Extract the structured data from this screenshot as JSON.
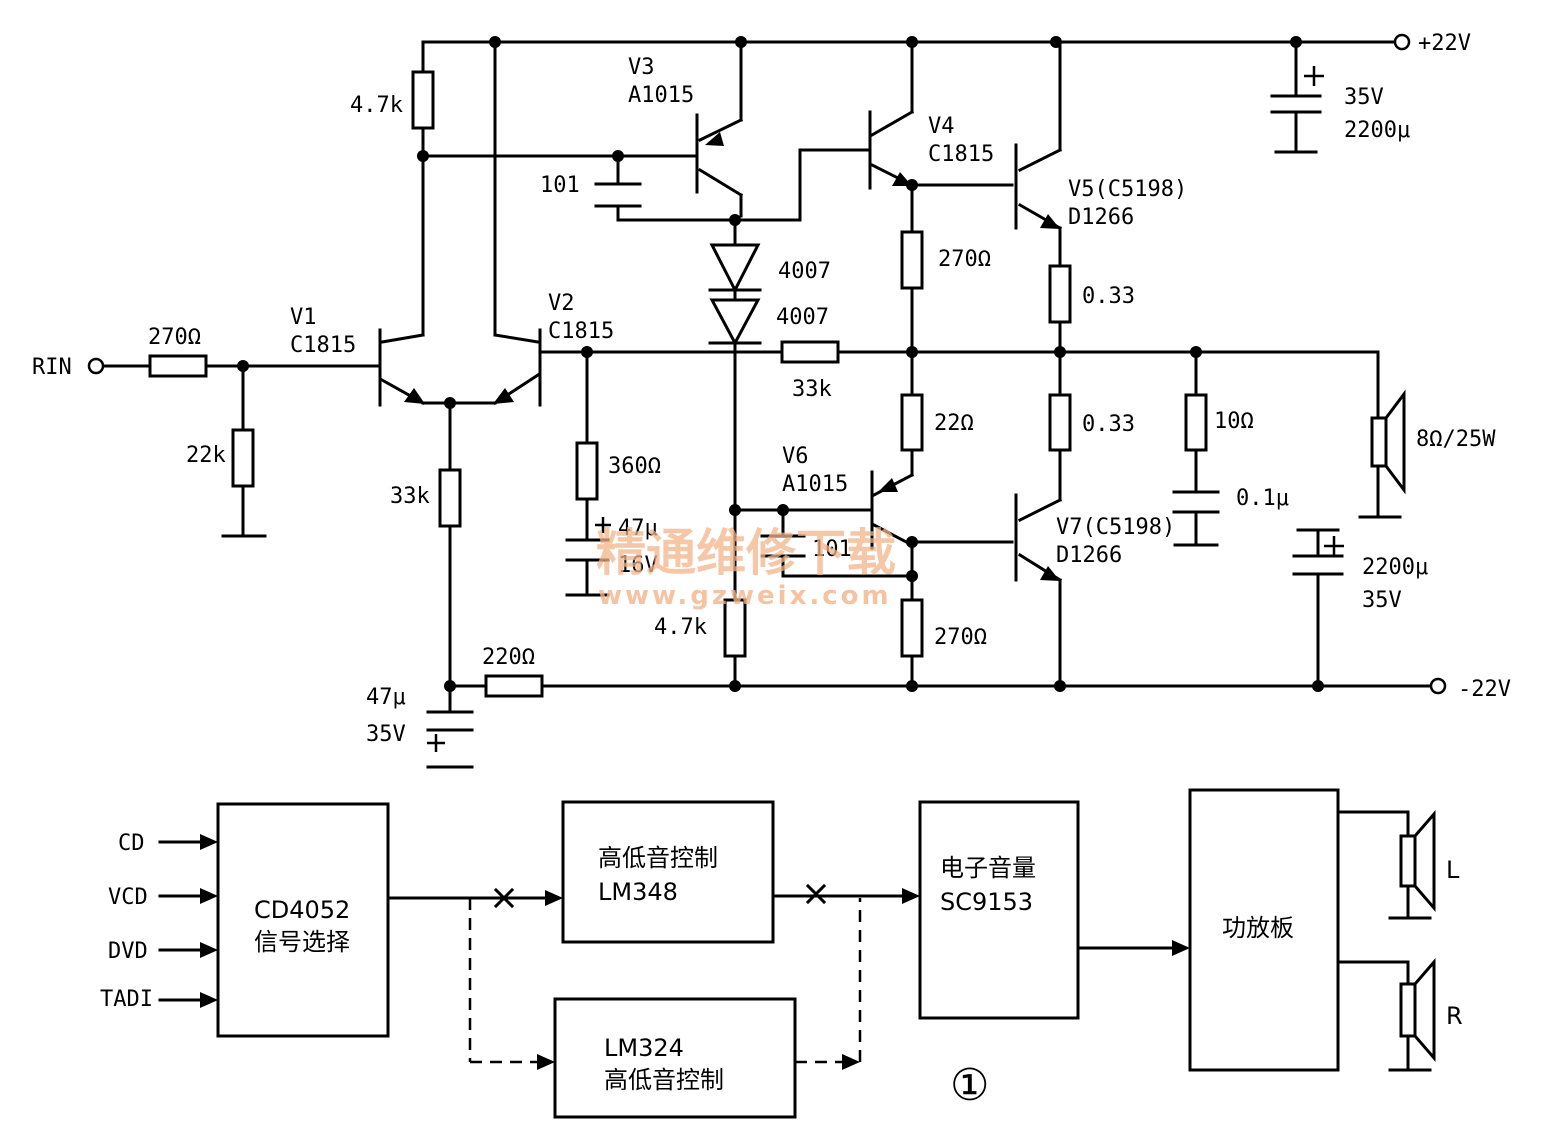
{
  "supply": {
    "pos": "+22V",
    "neg": "-22V"
  },
  "input": {
    "label": "RIN"
  },
  "transistors": {
    "v1": {
      "name": "V1",
      "part": "C1815"
    },
    "v2": {
      "name": "V2",
      "part": "C1815"
    },
    "v3": {
      "name": "V3",
      "part": "A1015"
    },
    "v4": {
      "name": "V4",
      "part": "C1815"
    },
    "v5": {
      "name": "V5(C5198)",
      "part": "D1266"
    },
    "v6": {
      "name": "V6",
      "part": "A1015"
    },
    "v7": {
      "name": "V7(C5198)",
      "part": "D1266"
    }
  },
  "resistors": {
    "r_in": "270Ω",
    "r_22k": "22k",
    "r_4k7_top": "4.7k",
    "r_33k_tail": "33k",
    "r_220": "220Ω",
    "r_fb": "33k",
    "r_360": "360Ω",
    "r_4k7_bot": "4.7k",
    "r_270_top": "270Ω",
    "r_22": "22Ω",
    "r_270_bot": "270Ω",
    "r_033_top": "0.33",
    "r_033_bot": "0.33",
    "r_10": "10Ω"
  },
  "capacitors": {
    "c_101_top": "101",
    "c_101_bot": "101",
    "c_47_fb": {
      "value": "47μ",
      "voltage": "16V"
    },
    "c_47_tail": {
      "value": "47μ",
      "voltage": "35V"
    },
    "c_pos": {
      "voltage": "35V",
      "value": "2200μ"
    },
    "c_neg": {
      "value": "2200μ",
      "voltage": "35V"
    },
    "c_zobel": "0.1μ"
  },
  "diodes": {
    "d1": "4007",
    "d2": "4007"
  },
  "speaker": "8Ω/25W",
  "watermark": {
    "cn": "精通维修下载",
    "url": "www.gzweix.com"
  },
  "block": {
    "inputs": [
      "CD",
      "VCD",
      "DVD",
      "TADI"
    ],
    "selector": {
      "line1": "CD4052",
      "line2": "信号选择"
    },
    "tone1": {
      "line1": "高低音控制",
      "line2": "LM348"
    },
    "tone2": {
      "line1": "LM324",
      "line2": "高低音控制"
    },
    "volume": {
      "line1": "电子音量",
      "line2": "SC9153"
    },
    "amp": "功放板",
    "spk_left": "L",
    "spk_right": "R",
    "fig_no": "①"
  }
}
